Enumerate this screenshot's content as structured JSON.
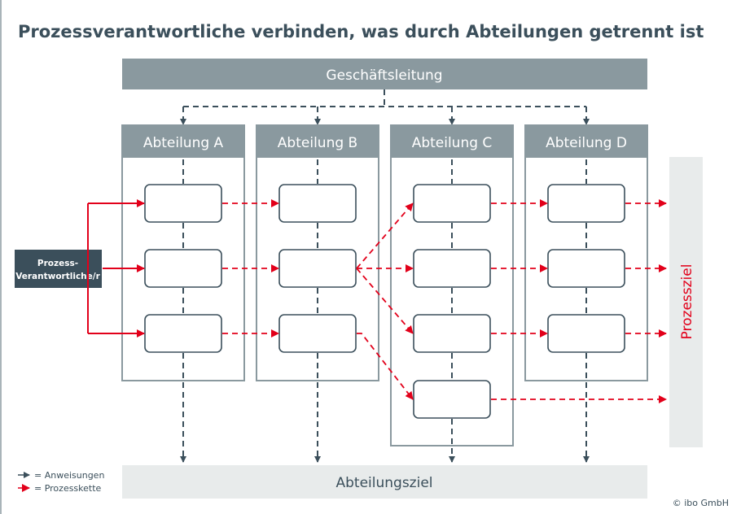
{
  "title": "Prozessverantwortliche verbinden, was durch Abteilungen getrennt ist",
  "management": "Geschäftsleitung",
  "departments": [
    "Abteilung A",
    "Abteilung B",
    "Abteilung C",
    "Abteilung D"
  ],
  "process_owner": {
    "line1": "Prozess-",
    "line2": "Verantwortliche/r"
  },
  "department_goal": "Abteilungsziel",
  "process_goal": "Prozessziel",
  "legend": {
    "instructions": "= Anweisungen",
    "process_chain": "= Prozesskette"
  },
  "copyright": "© ibo GmbH",
  "colors": {
    "dark": "#3b4f5b",
    "gray": "#8a999f",
    "light": "#e8ebeb",
    "red": "#e2001a"
  }
}
